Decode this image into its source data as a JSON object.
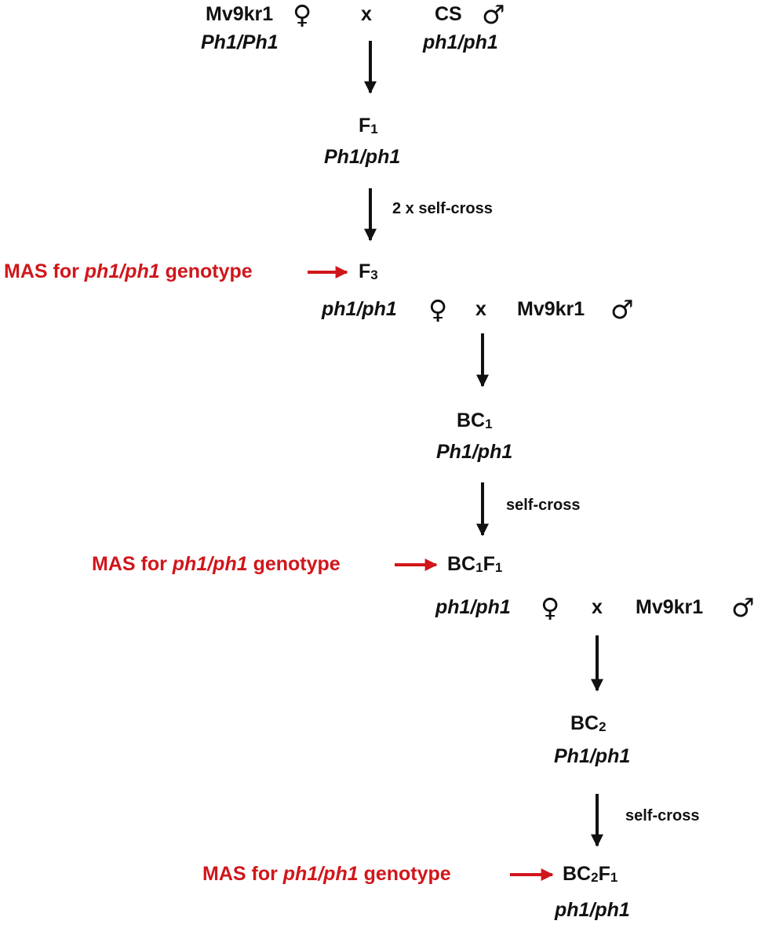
{
  "parents": {
    "female": {
      "name": "Mv9kr1",
      "symbol": "♀",
      "genotype": "Ph1/Ph1"
    },
    "cross": "x",
    "male": {
      "name": "CS",
      "symbol": "♂",
      "genotype": "ph1/ph1"
    }
  },
  "gen1": {
    "name": "F",
    "sub": "1",
    "genotype": "Ph1/ph1"
  },
  "step1_label": "2 x self-cross",
  "mas_label": {
    "prefix": "MAS for ",
    "genotype": "ph1/ph1",
    "suffix": " genotype"
  },
  "gen2": {
    "name": "F",
    "sub": "3"
  },
  "cross2": {
    "female_genotype": "ph1/ph1",
    "female_symbol": "♀",
    "cross": "x",
    "male": "Mv9kr1",
    "male_symbol": "♂"
  },
  "gen3": {
    "name": "BC",
    "sub": "1",
    "genotype": "Ph1/ph1"
  },
  "step2_label": "self-cross",
  "gen4": {
    "name1": "BC",
    "sub1": "1",
    "name2": "F",
    "sub2": "1"
  },
  "cross3": {
    "female_genotype": "ph1/ph1",
    "female_symbol": "♀",
    "cross": "x",
    "male": "Mv9kr1",
    "male_symbol": "♂"
  },
  "gen5": {
    "name": "BC",
    "sub": "2",
    "genotype": "Ph1/ph1"
  },
  "step3_label": "self-cross",
  "gen6": {
    "name1": "BC",
    "sub1": "2",
    "name2": "F",
    "sub2": "1",
    "genotype": "ph1/ph1"
  },
  "colors": {
    "text": "#111111",
    "mas": "#d0161b"
  }
}
